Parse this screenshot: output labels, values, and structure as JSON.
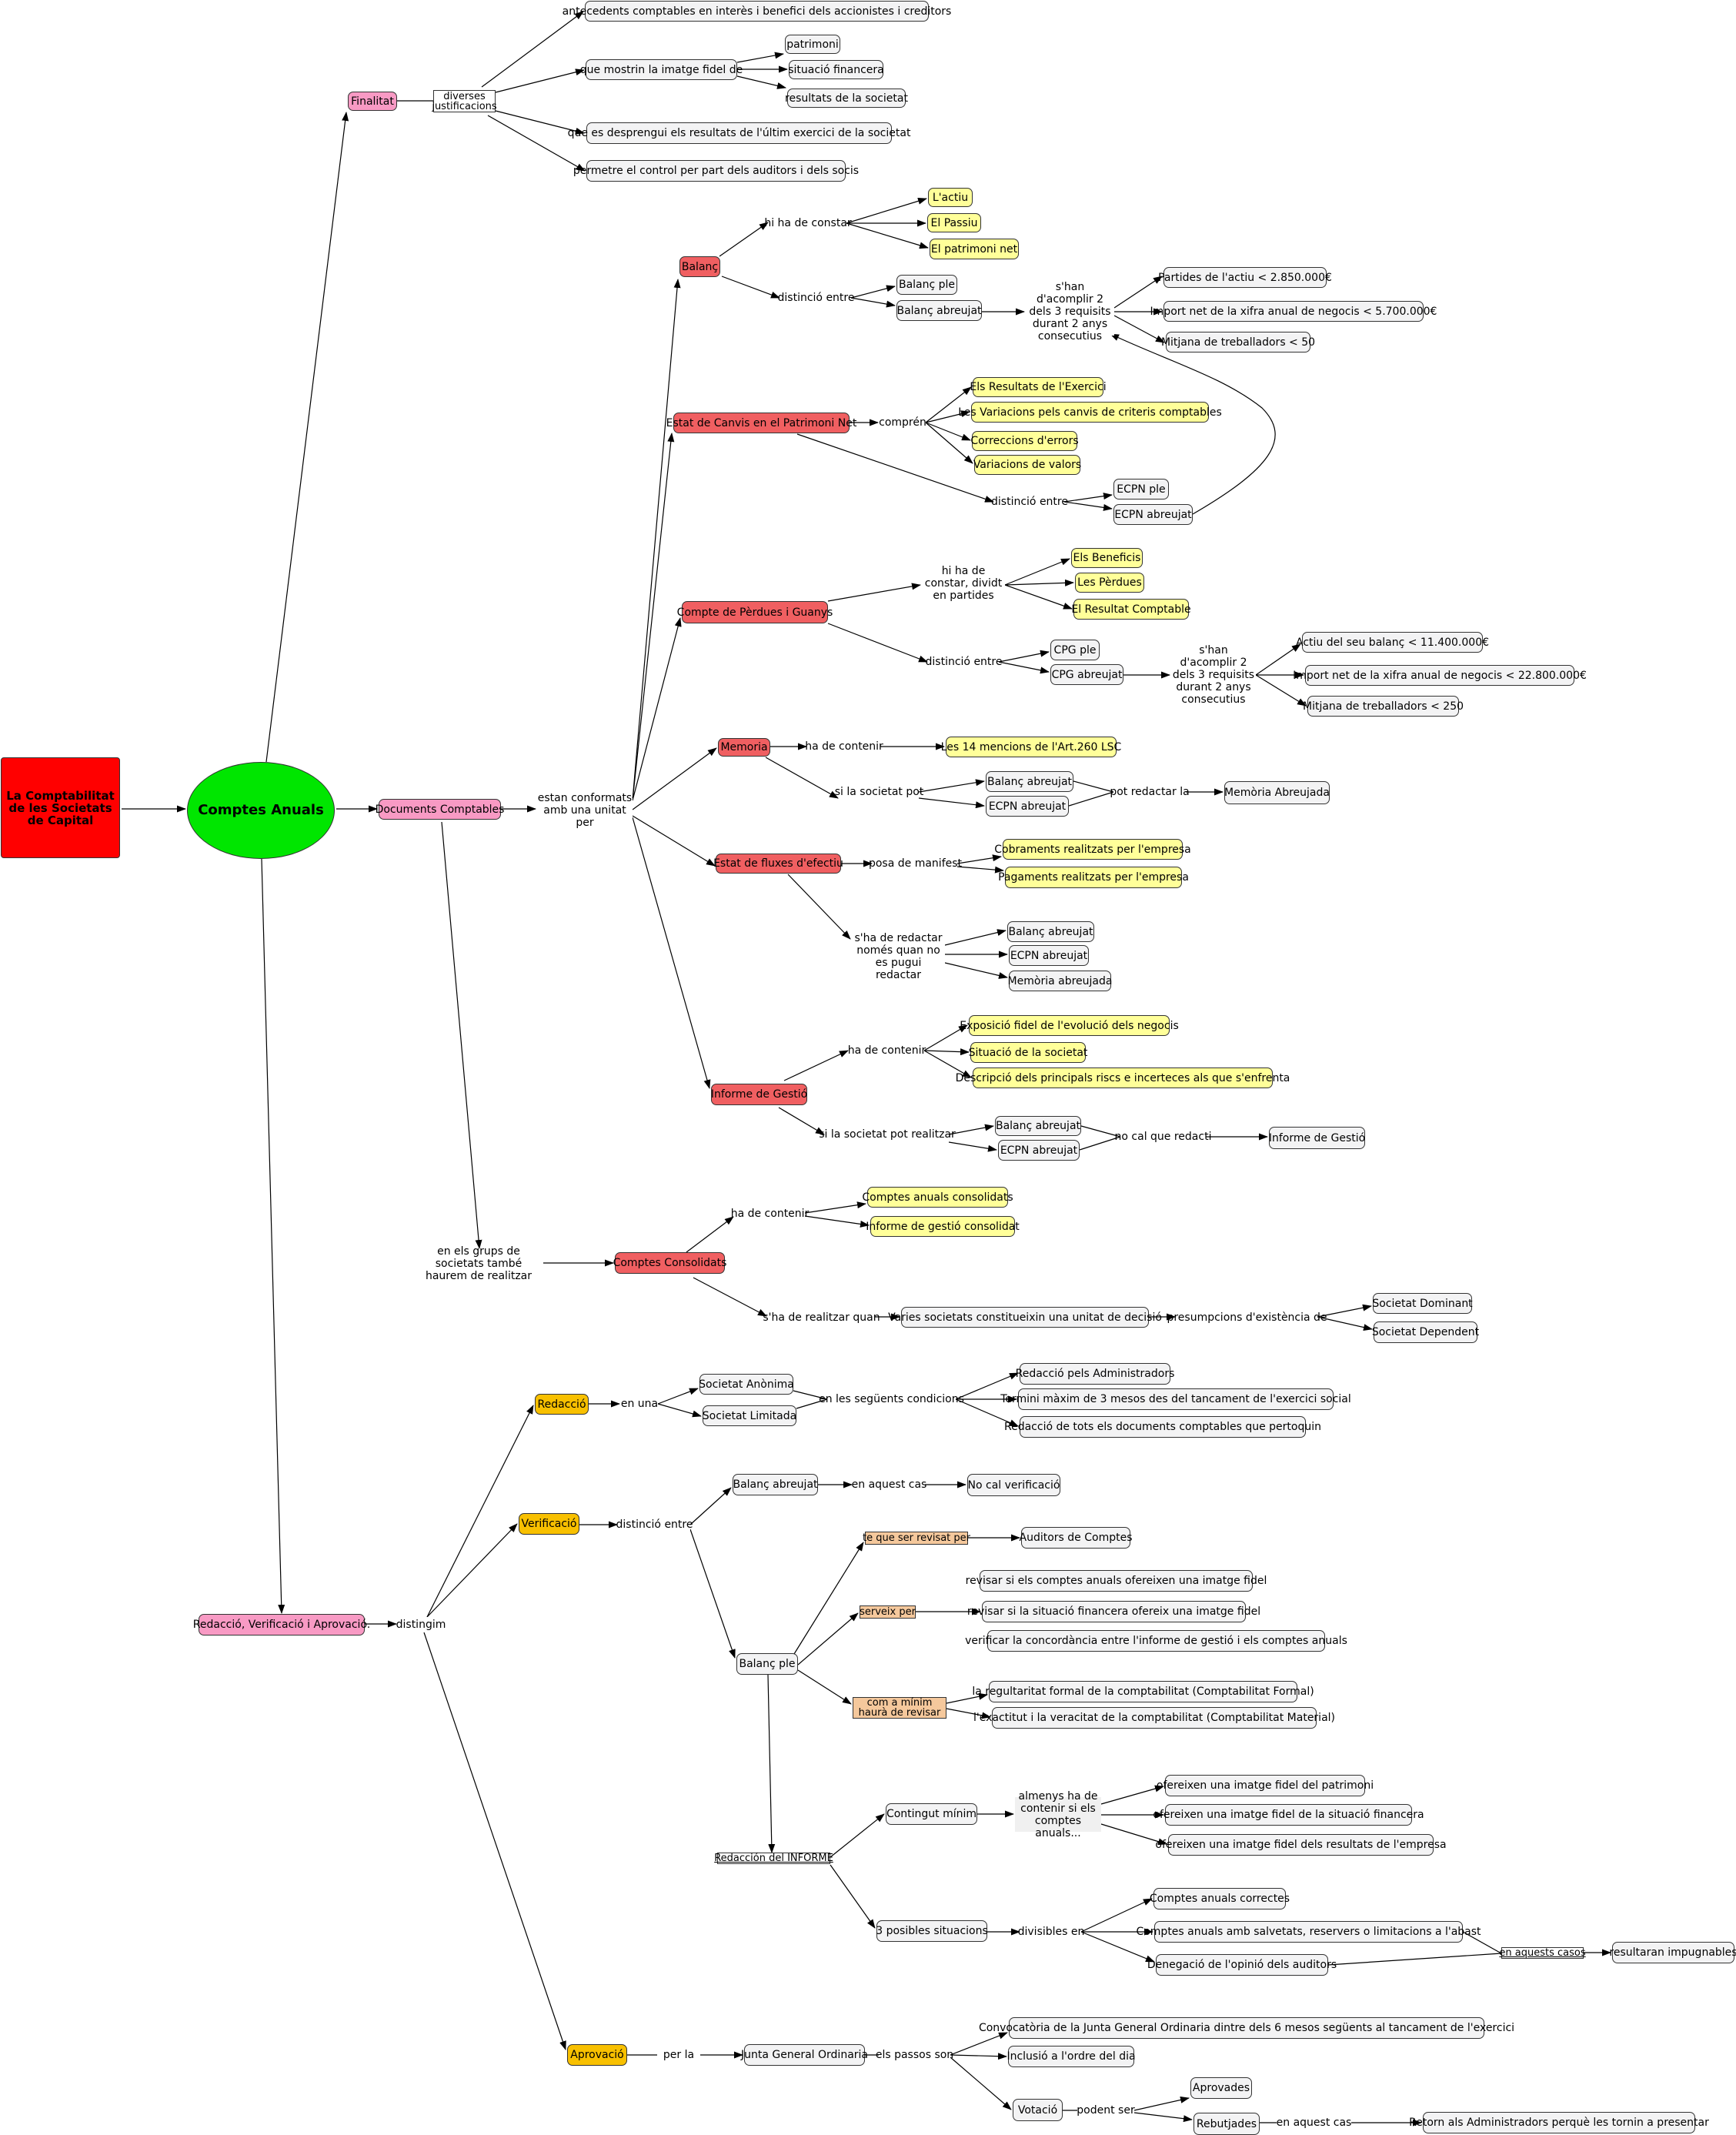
{
  "nodes": {
    "n1": "La Comptabilitat de les Societats de Capital",
    "n2": "Comptes Anuals",
    "n3": "Finalitat",
    "n4": "diverses justificacions",
    "n5": "antecedents comptables en interès i benefici dels accionistes i creditors",
    "n6": "que mostrin la imatge fidel de",
    "n7": "patrimoni",
    "n8": "situació financera",
    "n9": "resultats de la societat",
    "n10": "que es desprengui els resultats de l'últim exercici de la societat",
    "n11": "permetre el control per part dels auditors i dels socis",
    "n12": "Documents Comptables",
    "n13": "estan conformats amb una unitat per",
    "n14": "Balanç",
    "n15": "hi ha de constar",
    "n16": "L'actiu",
    "n17": "El Passiu",
    "n18": "El patrimoni net",
    "n19": "distinció entre",
    "n20": "Balanç ple",
    "n21": "Balanç abreujat",
    "n22": "s'han d'acomplir 2 dels 3 requisits durant 2 anys consecutius",
    "n23": "Partides de l'actiu < 2.850.000€",
    "n24": "Import net de la xifra anual de negocis < 5.700.000€",
    "n25": "Mitjana de treballadors < 50",
    "n26": "Estat de Canvis en el Patrimoni Net",
    "n27": "comprén",
    "n28": "Els Resultats de l'Exercici",
    "n29": "Les Variacions pels canvis de criteris comptables",
    "n30": "Correccions d'errors",
    "n31": "Variacions de valors",
    "n32": "distinció entre",
    "n33": "ECPN ple",
    "n34": "ECPN abreujat",
    "n35": "Compte de Pèrdues i Guanys",
    "n36": "hi ha de constar, dividt en partides",
    "n37": "Els Beneficis",
    "n38": "Les Pèrdues",
    "n39": "El Resultat Comptable",
    "n40": "distinció entre",
    "n41": "CPG ple",
    "n42": "CPG abreujat",
    "n43": "s'han d'acomplir 2 dels 3 requisits durant 2 anys consecutius",
    "n44": "Actiu del seu balanç < 11.400.000€",
    "n45": "Import net de la xifra anual de negocis < 22.800.000€",
    "n46": "Mitjana de treballadors < 250",
    "n47": "Memoria",
    "n48": "ha de contenir",
    "n49": "Les 14 mencions de l'Art.260 LSC",
    "n50": "si la societat pot",
    "n51": "Balanç abreujat",
    "n52": "ECPN abreujat",
    "n53": "pot redactar la",
    "n54": "Memòria Abreujada",
    "n55": "Estat de fluxes d'efectiu",
    "n56": "posa de manifest",
    "n57": "Cobraments realitzats per l'empresa",
    "n58": "Pagaments realitzats per l'empresa",
    "n59": "s'ha de redactar només quan no es pugui redactar",
    "n60": "Balanç abreujat",
    "n61": "ECPN abreujat",
    "n62": "Memòria abreujada",
    "n63": "Informe de Gestió",
    "n64": "ha de contenir",
    "n65": "Exposició fidel de l'evolució dels negocis",
    "n66": "Situació de la societat",
    "n67": "Descripció dels principals riscs e incerteces als que s'enfrenta",
    "n68": "si la societat pot realitzar",
    "n69": "Balanç abreujat",
    "n70": "ECPN abreujat",
    "n71": "no cal que redacti",
    "n72": "Informe de Gestió",
    "n73": "en els grups de societats també haurem de realitzar",
    "n74": "Comptes Consolidats",
    "n75": "ha de contenir",
    "n76": "Comptes anuals consolidats",
    "n77": "Informe de gestió consolidat",
    "n78": "s'ha de realitzar quan",
    "n79": "Varies societats constitueixin una unitat de decisió",
    "n80": "presumpcions d'existència de",
    "n81": "Societat Dominant",
    "n82": "Societat Dependent",
    "n83": "Redacció, Verificació i Aprovació.",
    "n84": "distingim",
    "n85": "Redacció",
    "n86": "en una",
    "n87": "Societat Anònima",
    "n88": "Societat Limitada",
    "n89": "en les següents condicions",
    "n90": "Redacció pels Administradors",
    "n91": "Termini màxim de 3 mesos des del tancament de l'exercici social",
    "n92": "Redacció de tots els documents comptables que pertoquin",
    "n93": "Verificació",
    "n94": "distinció entre",
    "n95": "Balanç abreujat",
    "n96": "en aquest cas",
    "n97": "No cal verificació",
    "n98": "Balanç ple",
    "n99": "te que ser revisat per",
    "n100": "Auditors de Comptes",
    "n101": "serveix per",
    "n102": "revisar si els comptes anuals ofereixen una imatge fidel",
    "n103": "revisar si la situació financera ofereix una imatge fidel",
    "n104": "verificar la concordància entre l'informe de gestió i els comptes anuals",
    "n105": "com a mínim haurà de revisar",
    "n106": "la regultaritat formal de la comptabilitat (Comptabilitat Formal)",
    "n107": "l'exactitut i la veracitat de la comptabilitat (Comptabilitat Material)",
    "n108": "Redacción del INFORME",
    "n109": "Contingut mínim",
    "n110": "almenys ha de contenir si els comptes anuals...",
    "n111": "ofereixen una imatge fidel del patrimoni",
    "n112": "ofereixen una imatge fidel de la situació financera",
    "n113": "ofereixen una imatge fidel dels resultats de l'empresa",
    "n114": "3 posibles situacions",
    "n115": "divisibles en",
    "n116": "Comptes anuals correctes",
    "n117": "Comptes anuals amb salvetats, reservers o limitacions a l'abast",
    "n118": "Denegació de l'opinió dels auditors",
    "n119": "en aquests casos",
    "n120": "resultaran impugnables",
    "n121": "Aprovació",
    "n122": "per la",
    "n123": "Junta General Ordinaria",
    "n124": "els passos son",
    "n125": "Convocatòria de la Junta General Ordinaria dintre dels 6 mesos següents al tancament de l'exercici",
    "n126": "Inclusió a l'ordre del dia",
    "n127": "Votació",
    "n128": "podent ser",
    "n129": "Aprovades",
    "n130": "Rebutjades",
    "n131": "en aquest cas",
    "n132": "Retorn als Administradors perquè les tornin a presentar"
  }
}
